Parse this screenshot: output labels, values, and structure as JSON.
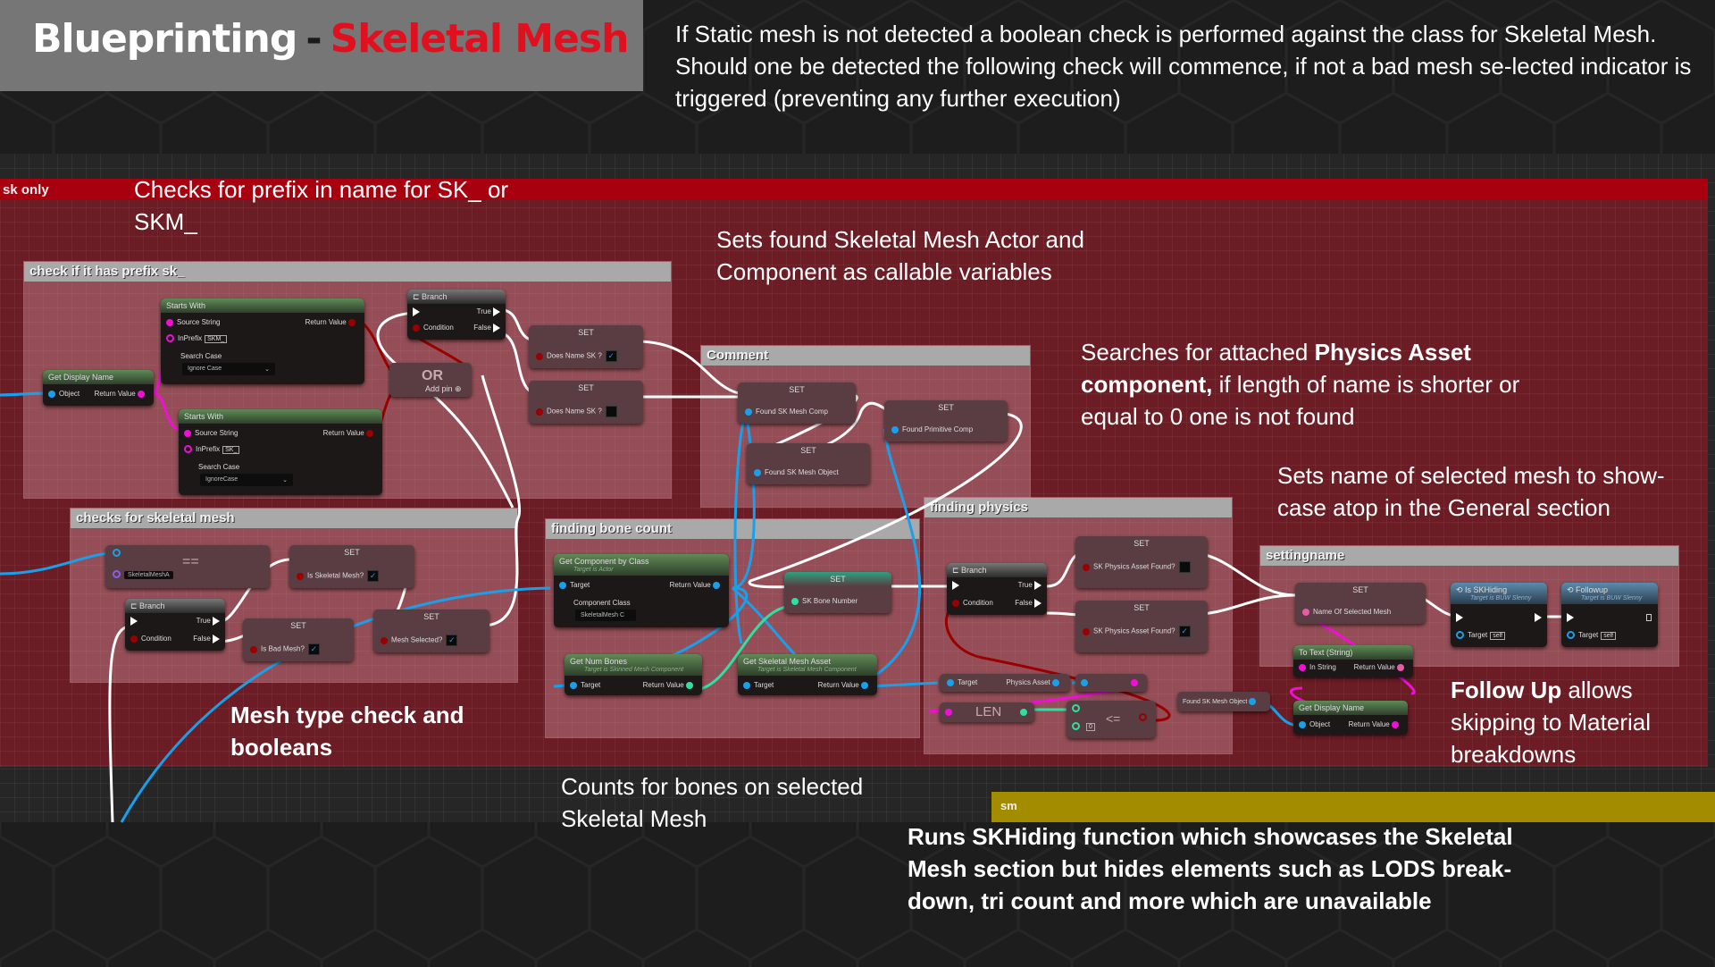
{
  "header": {
    "title_main": "Blueprinting",
    "title_dash": "-",
    "title_accent": "Skeletal Mesh",
    "description": "If Static mesh is not detected a boolean check is performed against the class for Skeletal Mesh. Should one be detected the following check will commence, if not a bad mesh se-lected indicator is triggered (preventing any further execution)"
  },
  "colors": {
    "accent_red": "#e0101e",
    "comment_red": "#a8000e",
    "comment_yellow": "#a38c00",
    "exec_wire": "#ffffff",
    "object_wire": "#1aa0ea",
    "string_wire": "#f10fd8",
    "bool_wire": "#9a0000",
    "int_wire": "#2ee0a2"
  },
  "comments": {
    "sk_only": "sk only",
    "sm": "sm",
    "prefix_box": "check if it has prefix sk_",
    "skeletal_box": "checks for skeletal mesh",
    "comment_box": "Comment",
    "bone_box": "finding bone count",
    "physics_box": "finding physics",
    "setting_box": "settingname"
  },
  "notes": {
    "prefix": "Checks for prefix in name for SK_ or SKM_",
    "sets_found": "Sets found Skeletal Mesh Actor and Component as callable variables",
    "physics_pre": "Searches for attached ",
    "physics_bold": "Physics Asset component,",
    "physics_post": " if length of name is shorter or equal to 0 one is not found",
    "sets_name": "Sets name of selected mesh to show-case atop in the General section",
    "mesh_type": "Mesh type check and booleans",
    "follow_bold": "Follow Up",
    "follow_post": " allows skipping to Material breakdowns",
    "bones": "Counts for bones on selected Skeletal Mesh",
    "skhiding": "Runs SKHiding function which showcases the Skeletal Mesh section but hides elements such as LODS break-down, tri count and more which are unavailable"
  },
  "nodes": {
    "get_display_name_1": {
      "title": "Get Display Name",
      "in": "Object",
      "out": "Return Value"
    },
    "starts_with_1": {
      "title": "Starts With",
      "source": "Source String",
      "prefix_label": "InPrefix",
      "prefix_value": "SKM_",
      "case_label": "Search Case",
      "case_value": "Ignore Case",
      "out": "Return Value"
    },
    "starts_with_2": {
      "title": "Starts With",
      "source": "Source String",
      "prefix_label": "InPrefix",
      "prefix_value": "SK_",
      "case_label": "Search Case",
      "case_value": "IgnoreCase",
      "out": "Return Value"
    },
    "branch_1": {
      "title": "Branch",
      "cond": "Condition",
      "t": "True",
      "f": "False"
    },
    "or_node": {
      "title": "OR",
      "add": "Add pin"
    },
    "set_name_sk_true": {
      "title": "SET",
      "var": "Does Name SK ?",
      "checked": true
    },
    "set_name_sk_false": {
      "title": "SET",
      "var": "Does Name SK ?",
      "checked": false
    },
    "equals": {
      "title": "==",
      "class_value": "SkeletalMeshA"
    },
    "branch_2": {
      "title": "Branch",
      "cond": "Condition",
      "t": "True",
      "f": "False"
    },
    "set_is_skeletal": {
      "title": "SET",
      "var": "Is Skeletal Mesh?",
      "checked": true
    },
    "set_bad_mesh": {
      "title": "SET",
      "var": "Is Bad Mesh?",
      "checked": true
    },
    "set_mesh_selected": {
      "title": "SET",
      "var": "Mesh Selected?",
      "checked": true
    },
    "set_found_comp": {
      "title": "SET",
      "var": "Found SK Mesh Comp"
    },
    "set_found_obj": {
      "title": "SET",
      "var": "Found SK Mesh Object"
    },
    "set_found_prim": {
      "title": "SET",
      "var": "Found Primitive Comp"
    },
    "get_comp_by_class": {
      "title": "Get Component by Class",
      "sub": "Target is Actor",
      "target": "Target",
      "out": "Return Value",
      "class_label": "Component Class",
      "class_value": "SkeletalMesh C"
    },
    "get_num_bones": {
      "title": "Get Num Bones",
      "sub": "Target is Skinned Mesh Component",
      "target": "Target",
      "out": "Return Value"
    },
    "get_skel_asset": {
      "title": "Get Skeletal Mesh Asset",
      "sub": "Target is Skeletal Mesh Component",
      "target": "Target",
      "out": "Return Value"
    },
    "set_bone_number": {
      "title": "SET",
      "var": "SK Bone Number"
    },
    "branch_3": {
      "title": "Branch",
      "cond": "Condition",
      "t": "True",
      "f": "False"
    },
    "set_phys_found_f": {
      "title": "SET",
      "var": "SK Physics Asset Found?",
      "checked": false
    },
    "set_phys_found_t": {
      "title": "SET",
      "var": "SK Physics Asset Found?",
      "checked": true
    },
    "physics_asset": {
      "target": "Target",
      "out": "Physics Asset"
    },
    "len": {
      "title": "LEN"
    },
    "leq": {
      "title": "<=",
      "value": "0"
    },
    "found_obj_get": {
      "var": "Found SK Mesh Object"
    },
    "set_name_selected": {
      "title": "SET",
      "var": "Name Of Selected Mesh"
    },
    "to_text": {
      "title": "To Text (String)",
      "in": "In String",
      "out": "Return Value"
    },
    "get_display_name_2": {
      "title": "Get Display Name",
      "in": "Object",
      "out": "Return Value"
    },
    "sk_hiding": {
      "title": "Is SKHiding",
      "sub": "Target is BUW Slenny",
      "target": "Target",
      "self": "self"
    },
    "followup": {
      "title": "Followup",
      "sub": "Target is BUW Slenny",
      "target": "Target",
      "self": "self"
    }
  }
}
